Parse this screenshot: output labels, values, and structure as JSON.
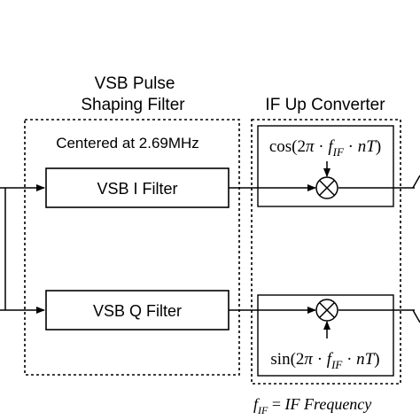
{
  "titles": {
    "vsb_line1": "VSB Pulse",
    "vsb_line2": "Shaping Filter",
    "if_converter": "IF Up Converter"
  },
  "center_note": "Centered at 2.69MHz",
  "blocks": {
    "i_filter": "VSB I Filter",
    "q_filter": "VSB Q Filter"
  },
  "formulas": {
    "cos": {
      "func": "cos",
      "open": "(2",
      "pi": "π",
      "dot1": " · ",
      "f": "f",
      "sub": "IF",
      "dot2": " · ",
      "n": "n",
      "t": "T",
      "close": ")"
    },
    "sin": {
      "func": "sin",
      "open": "(2",
      "pi": "π",
      "dot1": " · ",
      "f": "f",
      "sub": "IF",
      "dot2": " · ",
      "n": "n",
      "t": "T",
      "close": ")"
    }
  },
  "legend": {
    "f": "f",
    "sub": "IF",
    "eq": " = ",
    "if": "IF",
    "frequency": " Frequency"
  },
  "icons": {
    "multiplier": "multiplier-circle-icon"
  }
}
